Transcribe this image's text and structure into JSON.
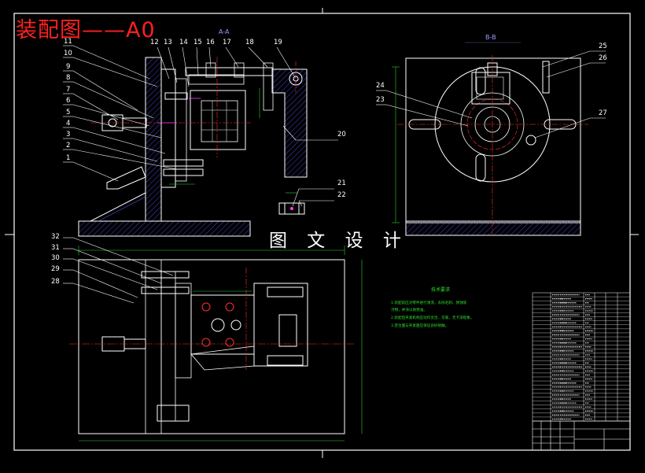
{
  "title": "装配图——A0",
  "watermark": "图 文 设 计",
  "views": {
    "section_a": "A-A",
    "section_b": "B-B"
  },
  "callouts_left": [
    "11",
    "10",
    "9",
    "8",
    "7",
    "6",
    "5",
    "4",
    "3",
    "2",
    "1"
  ],
  "callouts_top": [
    "12",
    "13",
    "14",
    "15",
    "16",
    "17",
    "18",
    "19"
  ],
  "callouts_right_top": [
    "25",
    "26"
  ],
  "callouts_right_mid": [
    "24",
    "23",
    "27"
  ],
  "callout_20": "20",
  "callouts_21_22": [
    "21",
    "22"
  ],
  "callouts_bottom_left": [
    "32",
    "31",
    "30",
    "29",
    "28"
  ],
  "tech_requirements": {
    "title": "技术要求",
    "lines": [
      "1.装配前应对零件进行清洗，去除毛刺、锈蚀等",
      "  污物，并涂以防锈油。",
      "2.装配后夹紧机构应动作灵活、可靠，无卡滞现象。",
      "3.定位面与夹紧面应保证良好接触。"
    ]
  },
  "colors": {
    "background": "#000000",
    "frame": "#ffffff",
    "title_red": "#ff2020",
    "text_green": "#2ee02e",
    "hatch": "#3a3aff",
    "center_red": "#ff3030",
    "dim_green": "#30d030",
    "magenta": "#ff40ff"
  }
}
